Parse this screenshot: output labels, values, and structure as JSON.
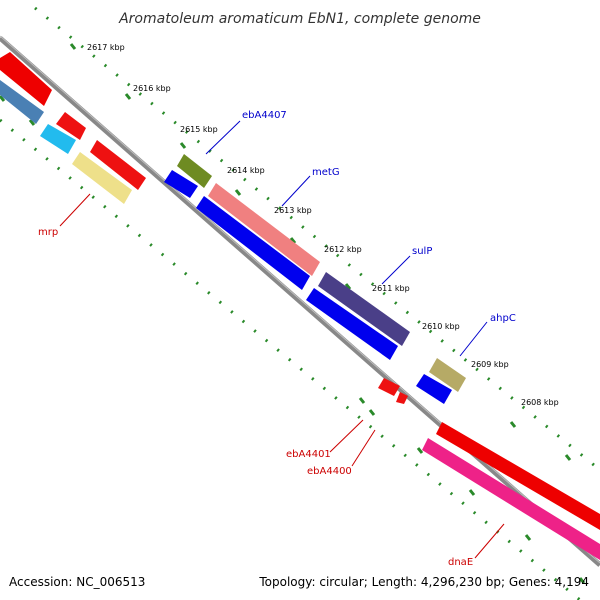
{
  "title": "Aromatoleum aromaticum EbN1, complete genome",
  "accession": "Accession: NC_006513",
  "summary": "Topology: circular; Length: 4,296,230 bp; Genes: 4,194",
  "colors": {
    "tick": "#2a8a2a",
    "backbone": "#888888",
    "plus_label": "#0000cc",
    "minus_label": "#cc0000"
  },
  "ticks": [
    "2617 kbp",
    "2616 kbp",
    "2615 kbp",
    "2614 kbp",
    "2613 kbp",
    "2612 kbp",
    "2611 kbp",
    "2610 kbp",
    "2609 kbp",
    "2608 kbp"
  ],
  "gene_labels": [
    {
      "id": "ebA4407",
      "text": "ebA4407"
    },
    {
      "id": "metG",
      "text": "metG"
    },
    {
      "id": "sulP",
      "text": "sulP"
    },
    {
      "id": "ahpC",
      "text": "ahpC"
    },
    {
      "id": "mrp",
      "text": "mrp"
    },
    {
      "id": "ebA4401",
      "text": "ebA4401"
    },
    {
      "id": "ebA4400",
      "text": "ebA4400"
    },
    {
      "id": "dnaE",
      "text": "dnaE"
    }
  ]
}
